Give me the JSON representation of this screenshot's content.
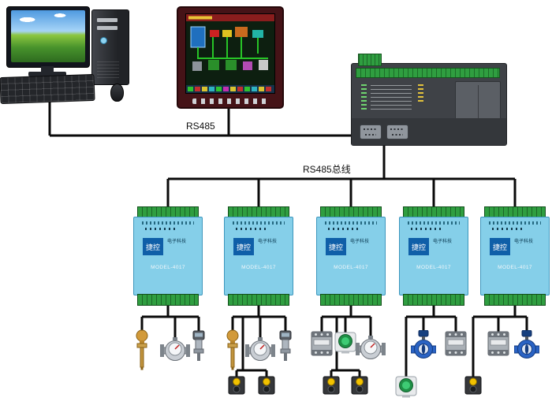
{
  "diagram": {
    "labels": {
      "rs485": "RS485",
      "rs485_bus": "RS485总线"
    },
    "modules": [
      {
        "brand": "捷控",
        "sub": "电子科技",
        "model": "MODEL-4017"
      },
      {
        "brand": "捷控",
        "sub": "电子科技",
        "model": "MODEL-4017"
      },
      {
        "brand": "捷控",
        "sub": "电子科技",
        "model": "MODEL-4017"
      },
      {
        "brand": "捷控",
        "sub": "电子科技",
        "model": "MODEL-4017"
      },
      {
        "brand": "捷控",
        "sub": "电子科技",
        "model": "MODEL-4017"
      }
    ],
    "colors": {
      "wire": "#0a0a0a",
      "module_body": "#85cfe9",
      "terminal_green": "#2f9e40",
      "plate_blue": "#0f5fa8",
      "plc_body": "#3f4247",
      "hmi_bezel": "#451317",
      "valve_blue": "#2a63c4",
      "button_green": "#2faf5a"
    }
  }
}
